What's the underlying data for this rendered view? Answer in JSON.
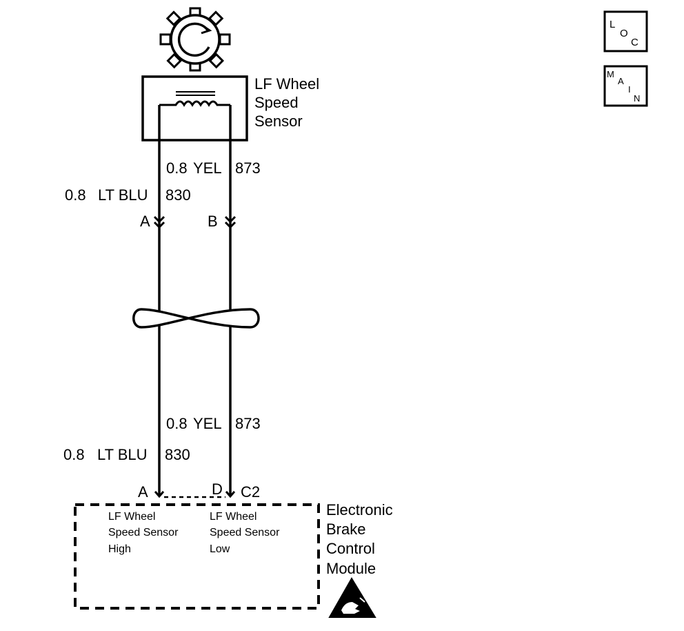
{
  "sensor": {
    "name_lines": [
      "LF Wheel",
      "Speed",
      "Sensor"
    ]
  },
  "wires": {
    "top": {
      "yel": {
        "size": "0.8",
        "color": "YEL",
        "circuit": "873"
      },
      "blu": {
        "size": "0.8",
        "color": "LT BLU",
        "circuit": "830"
      }
    },
    "bottom": {
      "yel": {
        "size": "0.8",
        "color": "YEL",
        "circuit": "873"
      },
      "blu": {
        "size": "0.8",
        "color": "LT BLU",
        "circuit": "830"
      }
    }
  },
  "sensor_connector": {
    "pin_left": "A",
    "pin_right": "B"
  },
  "module_connector": {
    "pin_left": "A",
    "pin_right": "D",
    "name": "C2"
  },
  "module": {
    "name_lines": [
      "Electronic",
      "Brake",
      "Control",
      "Module"
    ],
    "input_high_lines": [
      "LF Wheel",
      "Speed Sensor",
      "High"
    ],
    "input_low_lines": [
      "LF Wheel",
      "Speed Sensor",
      "Low"
    ]
  },
  "nav_icons": {
    "loc": [
      "L",
      "O",
      "C"
    ],
    "main": [
      "M",
      "A",
      "I",
      "N"
    ]
  }
}
